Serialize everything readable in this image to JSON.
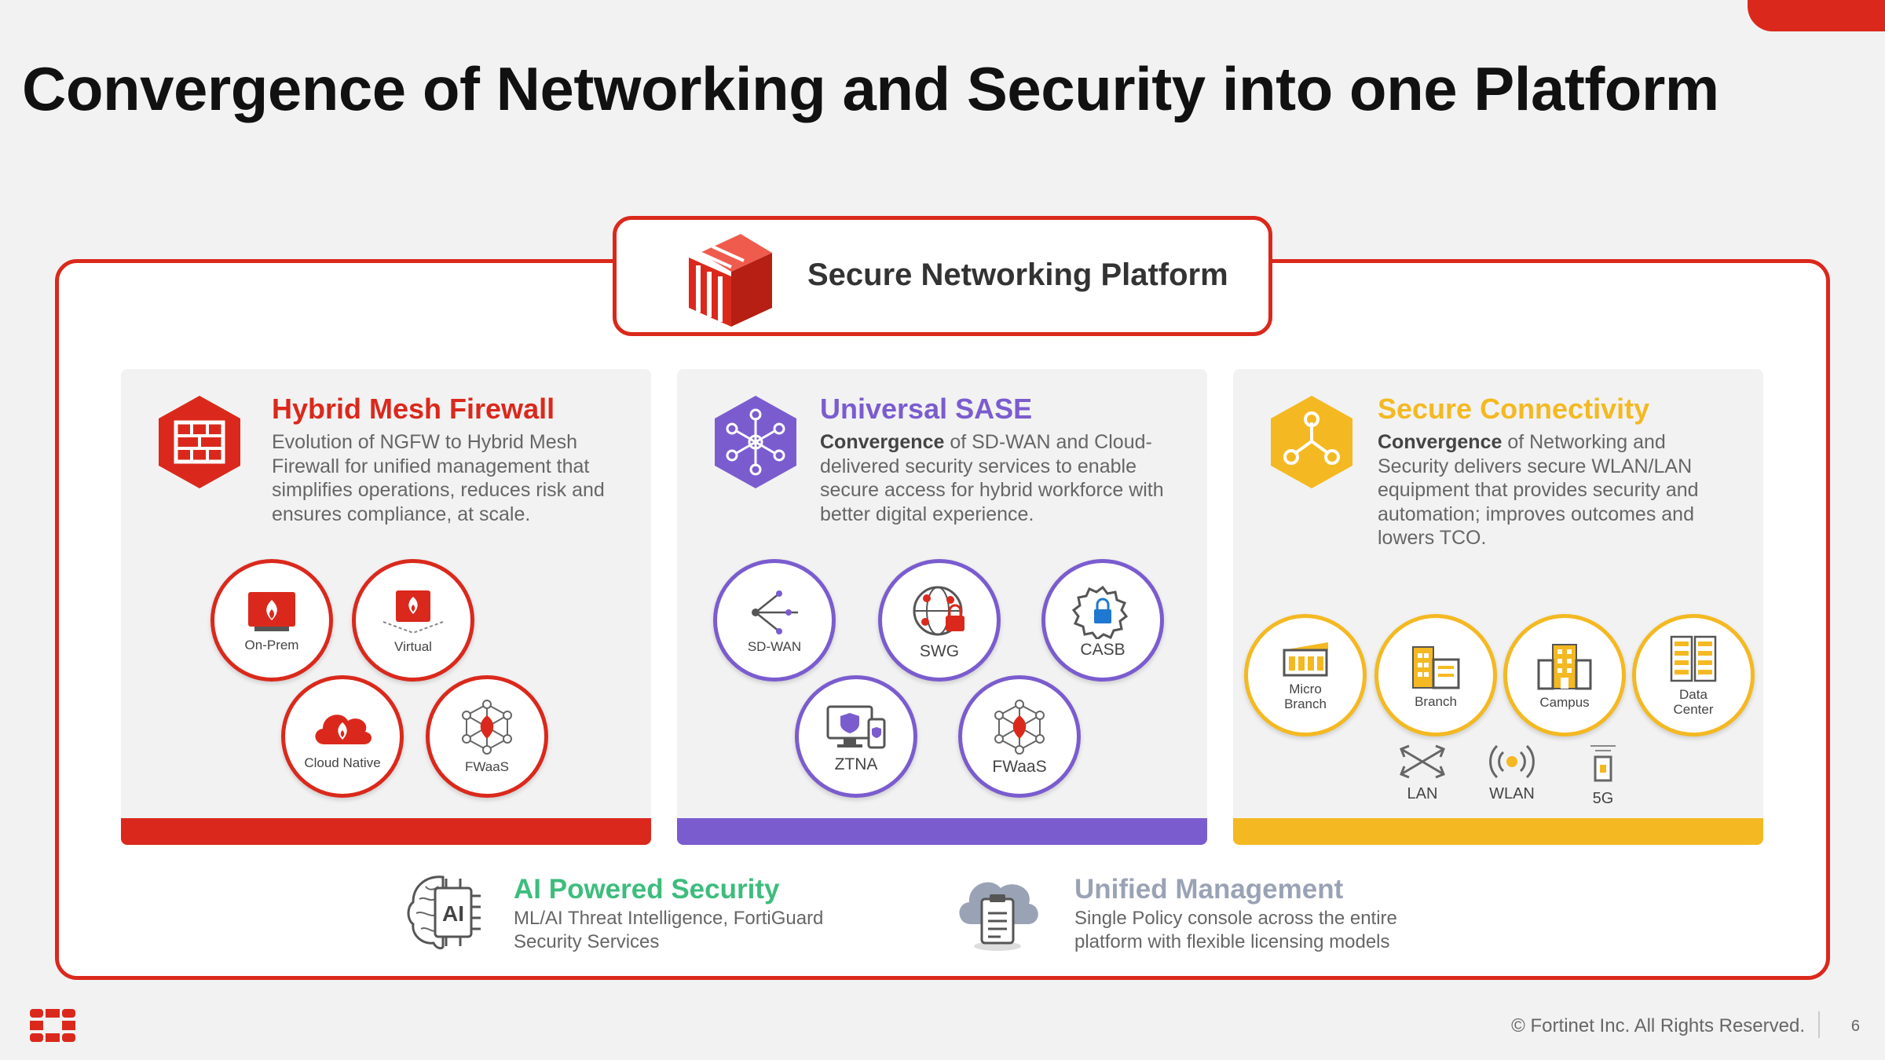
{
  "slide": {
    "title": "Convergence of Networking and Security into one Platform"
  },
  "platform": {
    "title": "Secure Networking Platform",
    "icon": "fortinet-platform-icon"
  },
  "pillars": [
    {
      "title": "Hybrid Mesh Firewall",
      "color": "#da291c",
      "icon": "firewall-icon",
      "description_lead": "",
      "description": "Evolution of NGFW to Hybrid Mesh Firewall for unified management that simplifies operations, reduces risk and ensures compliance, at scale.",
      "items": [
        "On-Prem",
        "Virtual",
        "Cloud Native",
        "FWaaS"
      ]
    },
    {
      "title": "Universal SASE",
      "color": "#7b5ccf",
      "icon": "network-hub-icon",
      "description_lead": "Convergence",
      "description": " of SD-WAN and Cloud-delivered security services to enable secure access for hybrid workforce with better digital experience.",
      "items": [
        "SD-WAN",
        "SWG",
        "CASB",
        "ZTNA",
        "FWaaS"
      ]
    },
    {
      "title": "Secure Connectivity",
      "color": "#f4b922",
      "icon": "connection-nodes-icon",
      "description_lead": "Convergence",
      "description": " of Networking and Security delivers secure WLAN/LAN equipment that provides security and automation; improves outcomes and lowers TCO.",
      "items": [
        "Micro\nBranch",
        "Branch",
        "Campus",
        "Data\nCenter"
      ],
      "access": [
        "LAN",
        "WLAN",
        "5G"
      ]
    }
  ],
  "bottom": [
    {
      "title": "AI Powered Security",
      "color": "#3dbd7d",
      "icon": "ai-brain-icon",
      "description": "ML/AI Threat Intelligence, FortiGuard\nSecurity Services"
    },
    {
      "title": "Unified Management",
      "color": "#9aa3b5",
      "icon": "cloud-clipboard-icon",
      "description": "Single Policy console across the entire\nplatform with flexible licensing models"
    }
  ],
  "footer": {
    "copyright": "© Fortinet Inc. All Rights Reserved.",
    "page": "6"
  }
}
